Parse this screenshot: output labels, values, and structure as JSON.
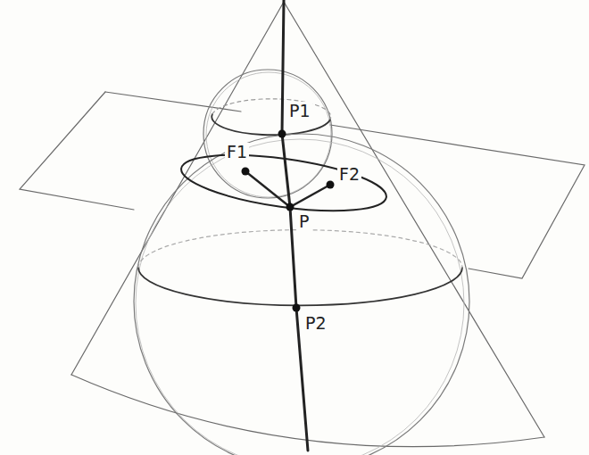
{
  "diagram": {
    "labels": [
      "P1",
      "F1",
      "F2",
      "P",
      "P2"
    ]
  }
}
